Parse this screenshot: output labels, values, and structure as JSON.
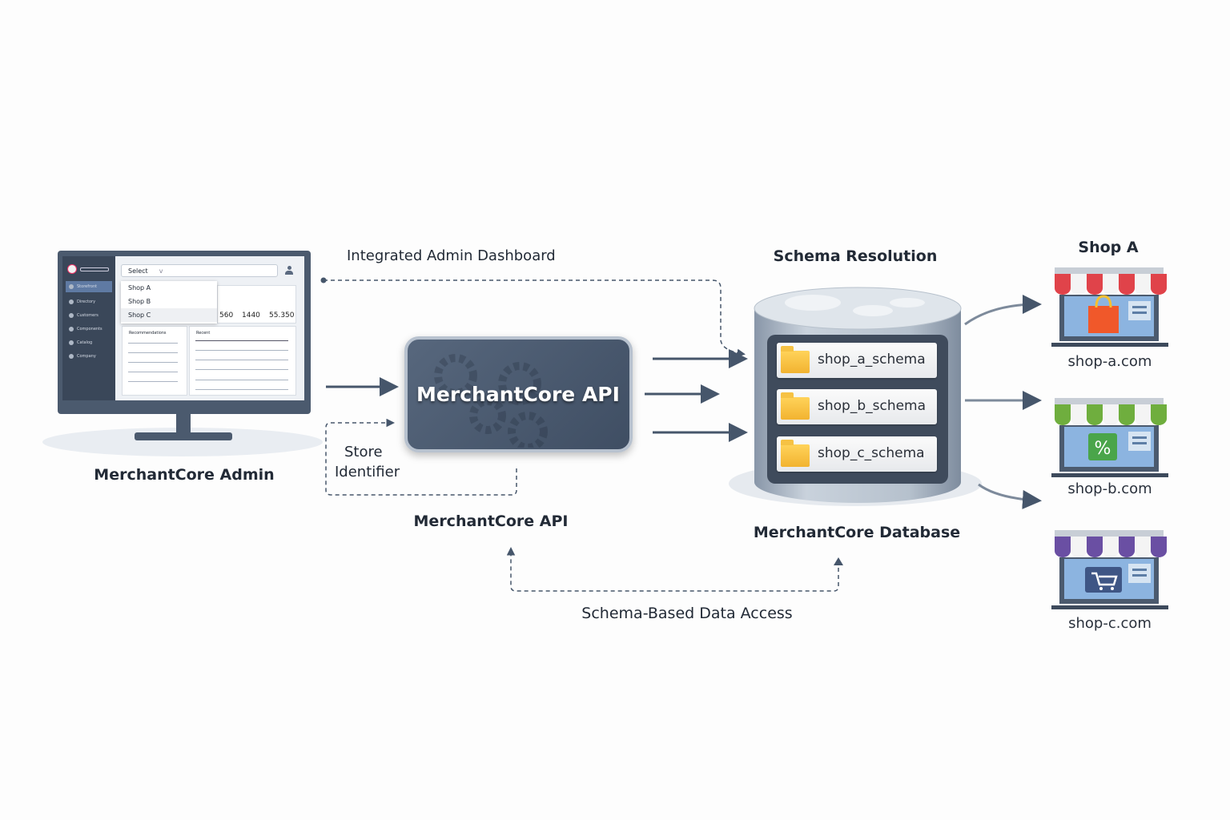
{
  "admin": {
    "label": "MerchantCore Admin",
    "select_label": "Select",
    "dropdown_options": [
      "Shop A",
      "Shop B",
      "Shop C"
    ],
    "sidebar_items": [
      "Storefront",
      "Directory",
      "Customers",
      "Components",
      "Catalog",
      "Company"
    ],
    "stats": [
      "560",
      "1440",
      "55.350"
    ],
    "panel_left_title": "Recommendations",
    "panel_right_title": "Recent"
  },
  "labels": {
    "integrated_dashboard": "Integrated Admin Dashboard",
    "store_identifier_line1": "Store",
    "store_identifier_line2": "Identifier",
    "schema_based_access": "Schema-Based Data Access",
    "schema_resolution": "Schema Resolution"
  },
  "api": {
    "box_title": "MerchantCore API",
    "label": "MerchantCore API"
  },
  "database": {
    "label": "MerchantCore Database",
    "schemas": [
      "shop_a_schema",
      "shop_b_schema",
      "shop_c_schema"
    ]
  },
  "shops": [
    {
      "title": "Shop A",
      "domain": "shop-a.com",
      "awning_color": "#e0434a",
      "icon": "shopping-bag-icon"
    },
    {
      "title": "",
      "domain": "shop-b.com",
      "awning_color": "#6fae3e",
      "icon": "percent-tag-icon"
    },
    {
      "title": "",
      "domain": "shop-c.com",
      "awning_color": "#6a4fa3",
      "icon": "shopping-cart-icon"
    }
  ],
  "colors": {
    "arrow": "#46566b",
    "dark_panel": "#3f4e63",
    "folder": "#f5bd3c"
  }
}
